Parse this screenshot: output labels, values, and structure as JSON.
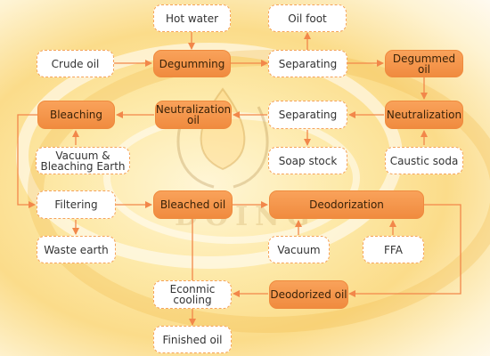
{
  "colors": {
    "accent": "#f08b3f",
    "border": "#f5a35a",
    "arrow": "#f2874a"
  },
  "watermark": "DOING",
  "nodes": {
    "hot_water": "Hot water",
    "oil_foot": "Oil foot",
    "crude_oil": "Crude oil",
    "degumming": "Degumming",
    "separating_1": "Separating",
    "degummed_oil": "Degummed oil",
    "bleaching": "Bleaching",
    "neutralization_oil": "Neutralization\noil",
    "separating_2": "Separating",
    "neutralization": "Neutralization",
    "vacuum_bleaching_earth": "Vacuum &\nBleaching Earth",
    "soap_stock": "Soap stock",
    "caustic_soda": "Caustic soda",
    "filtering": "Filtering",
    "bleached_oil": "Bleached oil",
    "deodorization": "Deodorization",
    "waste_earth": "Waste earth",
    "vacuum": "Vacuum",
    "ffa": "FFA",
    "econmic_cooling": "Econmic\ncooling",
    "deodorized_oil": "Deodorized oil",
    "finished_oil": "Finished oil"
  }
}
